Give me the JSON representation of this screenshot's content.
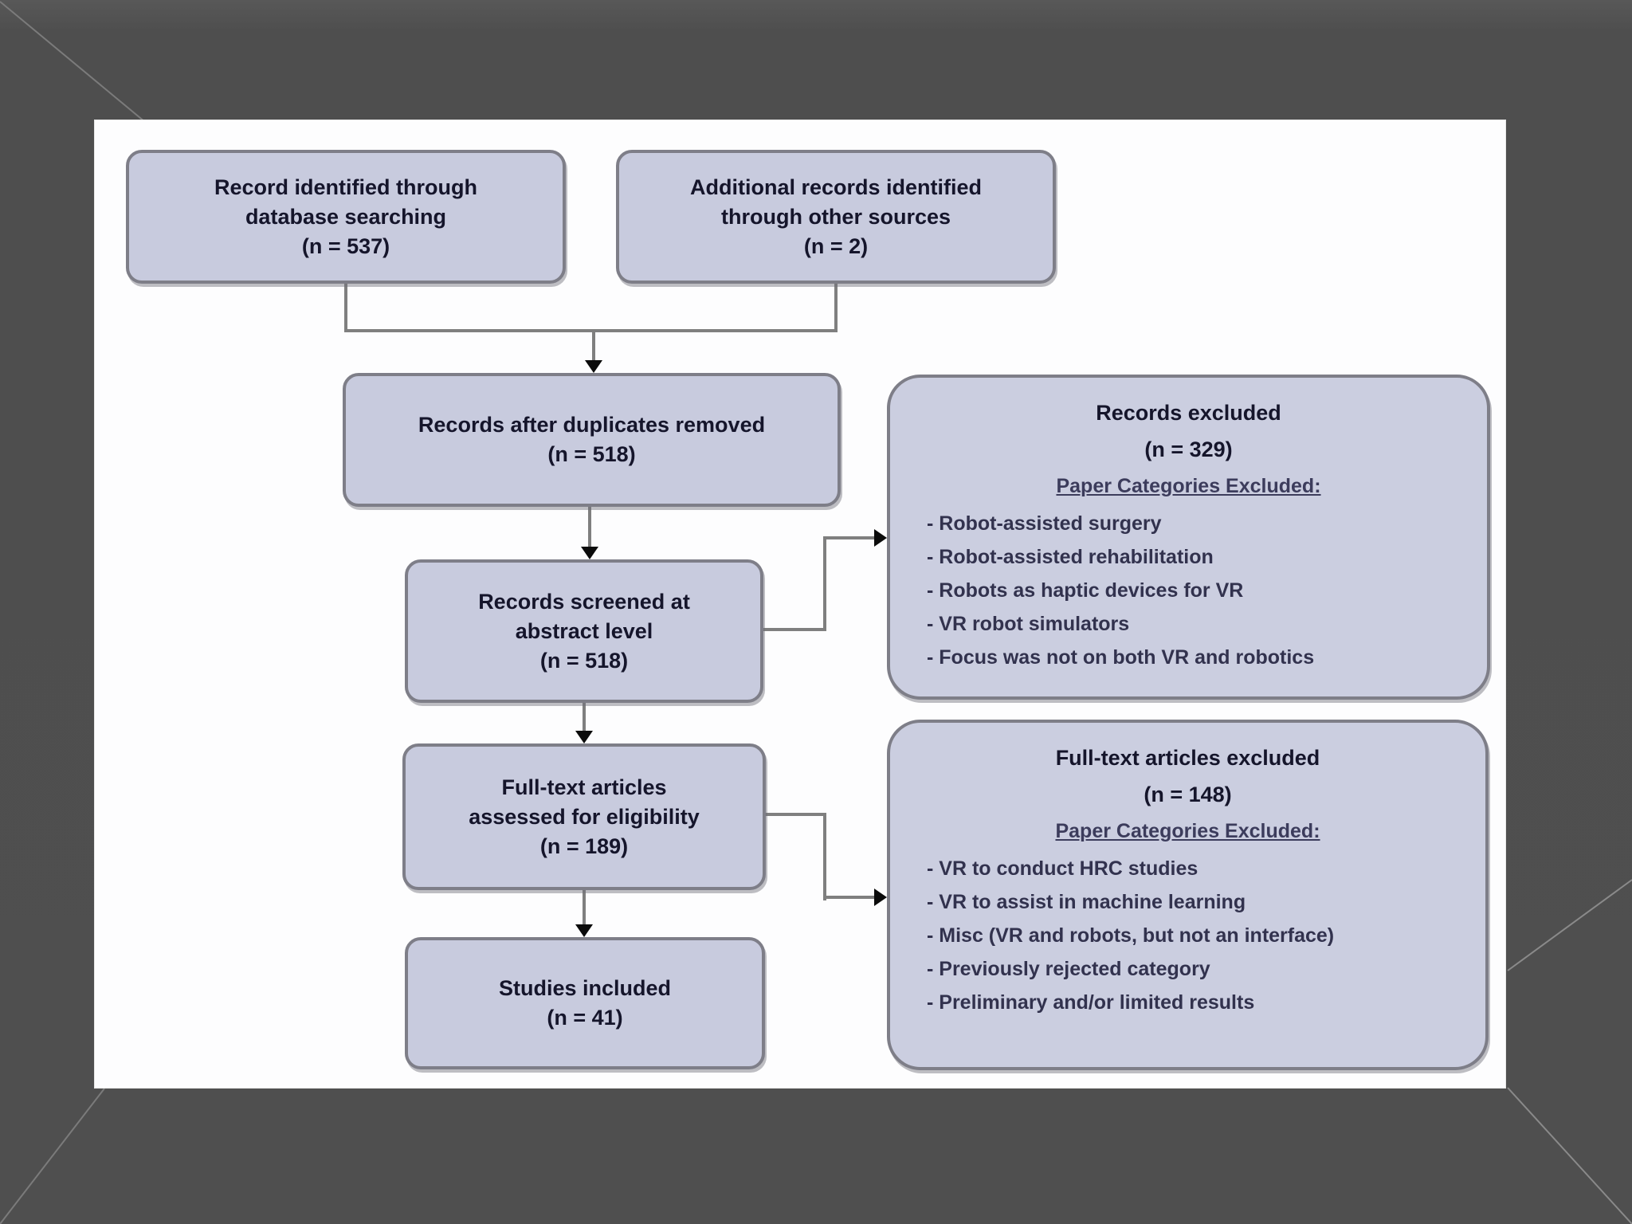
{
  "diagram": {
    "nodes": {
      "identified_db": {
        "lines": [
          "Record identified through",
          "database searching",
          "(n = 537)"
        ]
      },
      "identified_other": {
        "lines": [
          "Additional records identified",
          "through other sources",
          "(n = 2)"
        ]
      },
      "duplicates_removed": {
        "lines": [
          "Records after duplicates removed",
          "(n = 518)"
        ]
      },
      "screened_abstract": {
        "lines": [
          "Records screened at",
          "abstract level",
          "(n = 518)"
        ]
      },
      "fulltext_assessed": {
        "lines": [
          "Full-text articles",
          "assessed for eligibility",
          "(n = 189)"
        ]
      },
      "studies_included": {
        "lines": [
          "Studies included",
          "(n = 41)"
        ]
      }
    },
    "exclusions": {
      "records": {
        "title": "Records excluded",
        "count": "(n = 329)",
        "subheading": "Paper Categories Excluded:",
        "items": [
          "- Robot-assisted surgery",
          "- Robot-assisted rehabilitation",
          "- Robots as haptic devices for VR",
          "- VR robot simulators",
          "- Focus was not on both VR and robotics"
        ]
      },
      "fulltext": {
        "title": "Full-text articles excluded",
        "count": "(n = 148)",
        "subheading": "Paper Categories Excluded:",
        "items": [
          "- VR to conduct HRC studies",
          "- VR to assist in machine learning",
          "- Misc (VR and robots, but not an interface)",
          "- Previously rejected category",
          "- Preliminary and/or limited results"
        ]
      }
    },
    "colors": {
      "slide_background": "#4f4f4f",
      "panel_background": "#fdfdfe",
      "node_fill": "#c8cbde",
      "node_border": "#7e7e88",
      "connector": "#7f7f7f",
      "arrowhead": "#0b0b0b",
      "title_text": "#15152b",
      "bullet_text": "#32324e",
      "backdrop_line": "#7b7b7b"
    }
  }
}
